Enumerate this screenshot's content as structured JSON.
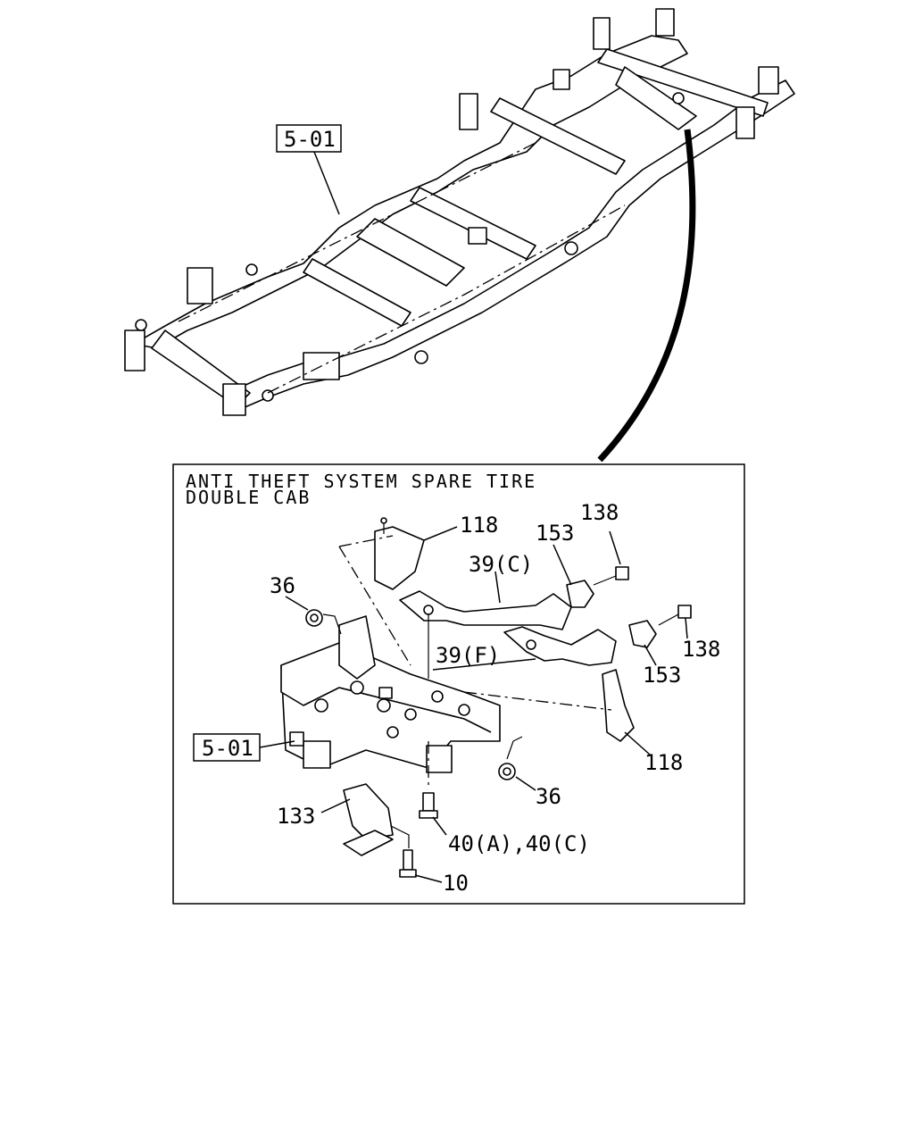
{
  "top_callout": {
    "code": "5-01"
  },
  "inset": {
    "title_line1": "ANTI THEFT SYSTEM SPARE TIRE",
    "title_line2": "DOUBLE CAB",
    "ref_code": "5-01",
    "labels": {
      "p118_top": "118",
      "p138_top": "138",
      "p153_top": "153",
      "p39c": "39(C)",
      "p36_left": "36",
      "p39f": "39(F)",
      "p138_right": "138",
      "p153_right": "153",
      "p118_right": "118",
      "p36_bottom": "36",
      "p133": "133",
      "p40": "40(A),40(C)",
      "p10": "10"
    }
  }
}
